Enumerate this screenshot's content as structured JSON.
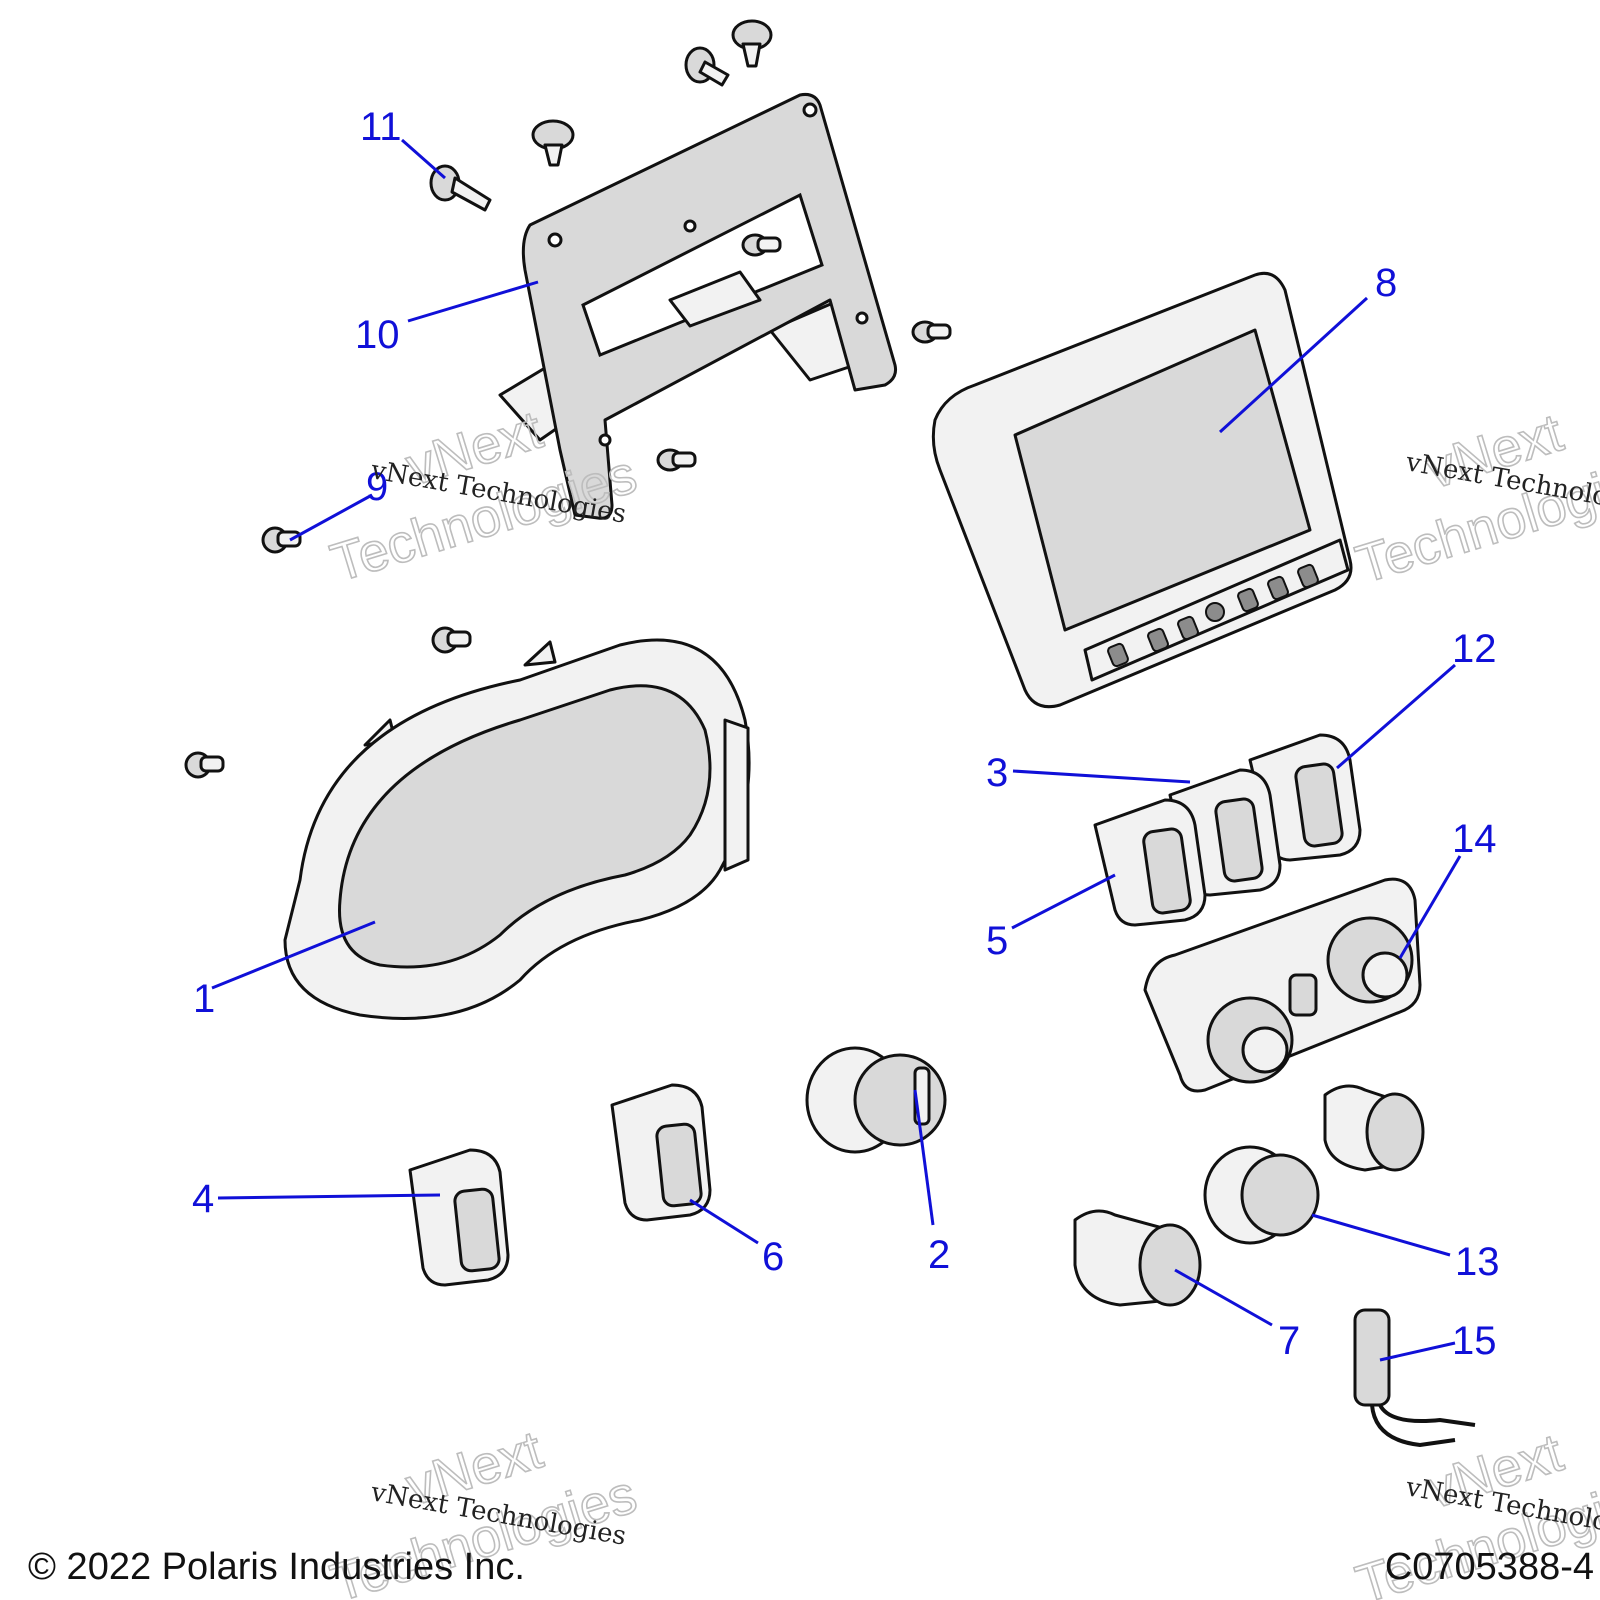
{
  "callouts": {
    "c1": "1",
    "c2": "2",
    "c3": "3",
    "c4": "4",
    "c5": "5",
    "c6": "6",
    "c7": "7",
    "c8": "8",
    "c9": "9",
    "c10": "10",
    "c11": "11",
    "c12": "12",
    "c13": "13",
    "c14": "14",
    "c15": "15"
  },
  "watermark": {
    "line1": "vNext",
    "line2": "Technologies",
    "small": "vNext Technologies"
  },
  "footer": {
    "copyright": "© 2022 Polaris Industries Inc.",
    "drawing_id": "C0705388-4"
  },
  "colors": {
    "callout": "#1010d8",
    "part_fill": "#d9d9d9",
    "outline": "#111111"
  }
}
